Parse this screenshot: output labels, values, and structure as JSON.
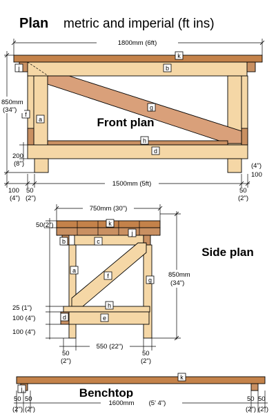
{
  "title": {
    "plan": "Plan",
    "subtitle": "metric and imperial (ft ins)"
  },
  "views": {
    "front": "Front plan",
    "side": "Side plan",
    "benchtop": "Benchtop"
  },
  "front_dims": {
    "width_mm": "1800mm (6ft)",
    "height_mm": "850mm",
    "height_in": "(34\")",
    "rail_mm": "200",
    "rail_in": "(8\")",
    "span": "1500mm (5ft)",
    "left_100": "100",
    "left_100_in": "(4\")",
    "left_50": "50",
    "left_50_in": "(2\")",
    "right_50": "50",
    "right_50_in": "(2\")",
    "right_in": "(4\")",
    "right_100": "100"
  },
  "side_dims": {
    "width": "750mm (30\")",
    "top_thk": "50(2\")",
    "height_mm": "850mm",
    "height_in": "(34\")",
    "d25": "25 (1\")",
    "d100a": "100 (4\")",
    "d100b": "100 (4\")",
    "inner": "550 (22\")",
    "l50": "50",
    "l50_in": "(2\")",
    "r50": "50",
    "r50_in": "(2\")"
  },
  "bench_dims": {
    "span": "1600mm",
    "span_in": "(5' 4\")",
    "l50a": "50",
    "l50b": "50",
    "l50a_in": "(2\")",
    "l50b_in": "(2\")",
    "r50a": "50",
    "r50b": "50",
    "r50a_in": "(2\")",
    "r50b_in": "(2\")"
  },
  "part_labels": {
    "front_k": "k",
    "front_j": "j",
    "front_b": "b",
    "front_f": "f",
    "front_a": "a",
    "front_g": "g",
    "front_h": "h",
    "front_d": "d",
    "side_k": "k",
    "side_b": "b",
    "side_c": "c",
    "side_j": "j",
    "side_a": "a",
    "side_f": "f",
    "side_g": "g",
    "side_h": "h",
    "side_d": "d",
    "side_e": "e",
    "bench_k": "k",
    "bench_j": "j"
  }
}
